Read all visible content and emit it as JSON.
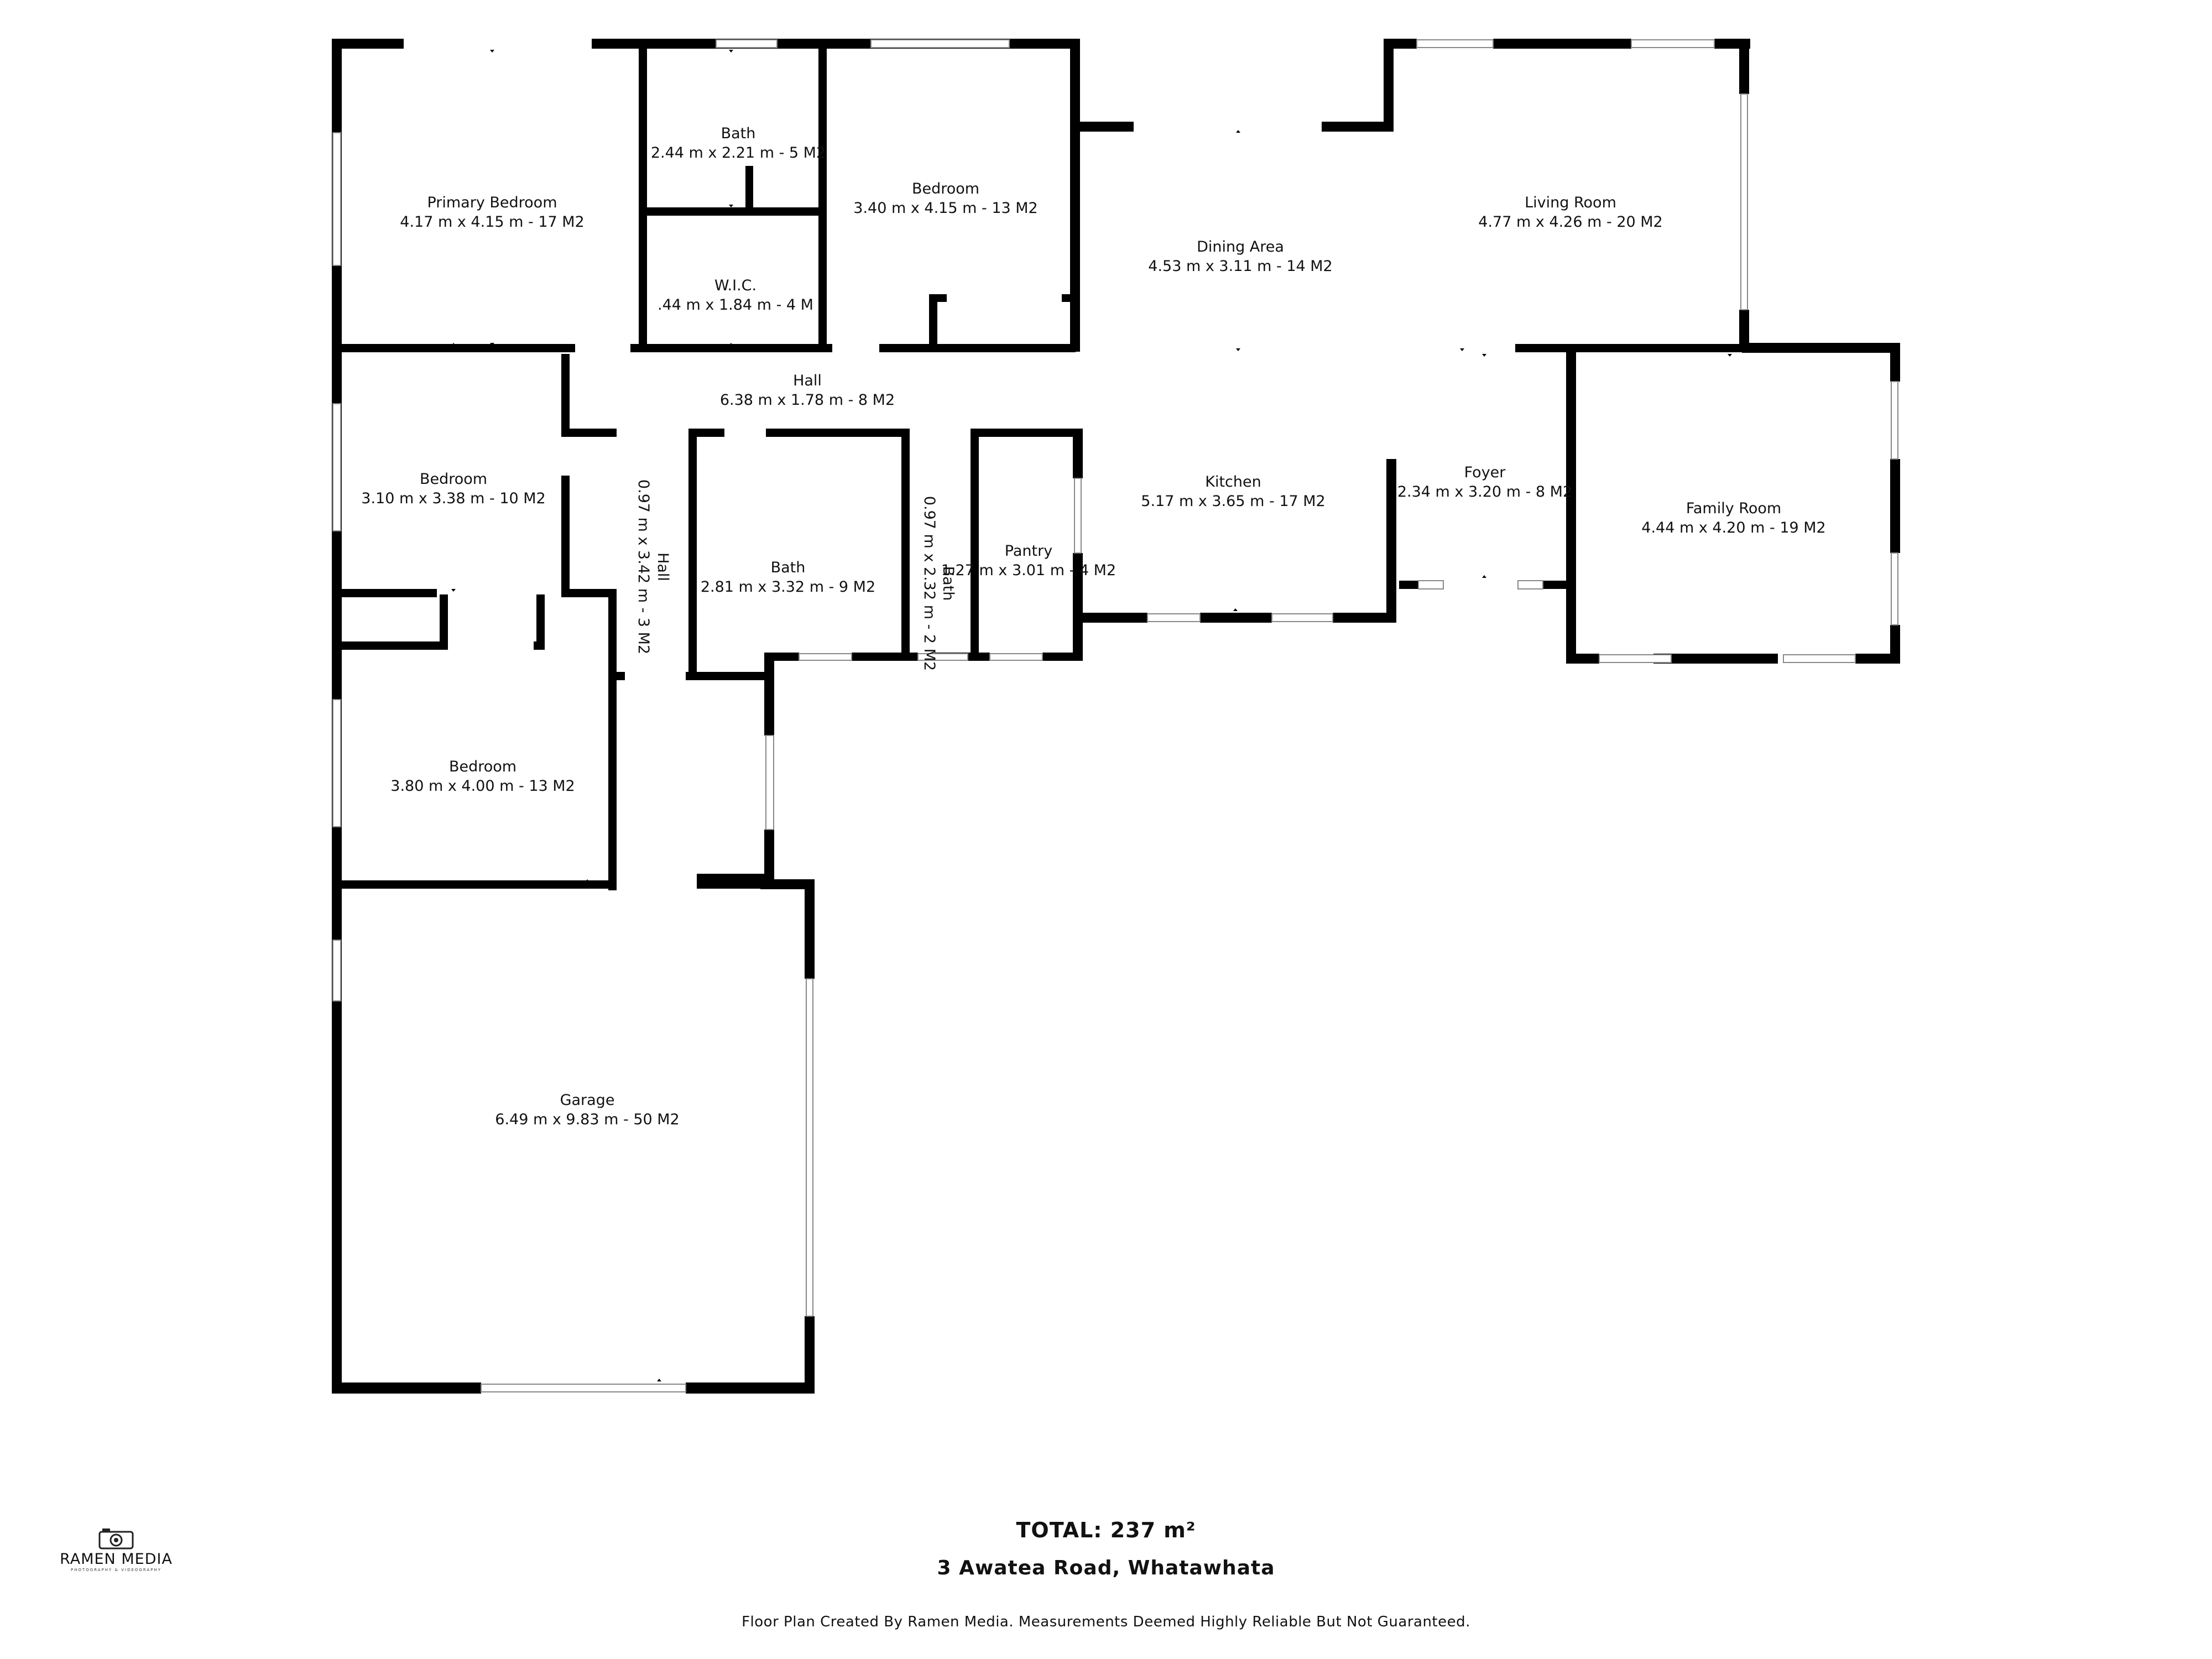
{
  "rooms": [
    {
      "id": "primary-bedroom",
      "name": "Primary Bedroom",
      "dims": "4.17 m x 4.15 m - 17 M2"
    },
    {
      "id": "bath-1",
      "name": "Bath",
      "dims": "2.44 m x 2.21 m - 5 M2"
    },
    {
      "id": "wic",
      "name": "W.I.C.",
      "dims": ".44 m x 1.84 m - 4 M"
    },
    {
      "id": "bedroom-1",
      "name": "Bedroom",
      "dims": "3.40 m x 4.15 m - 13 M2"
    },
    {
      "id": "dining-area",
      "name": "Dining Area",
      "dims": "4.53 m x 3.11 m - 14 M2"
    },
    {
      "id": "living-room",
      "name": "Living Room",
      "dims": "4.77 m x 4.26 m - 20 M2"
    },
    {
      "id": "hall-main",
      "name": "Hall",
      "dims": "6.38 m x 1.78 m - 8 M2"
    },
    {
      "id": "bedroom-2",
      "name": "Bedroom",
      "dims": "3.10 m x 3.38 m - 10 M2"
    },
    {
      "id": "hall-vertical",
      "name": "Hall",
      "dims": "0.97 m x 3.42 m - 3 M2"
    },
    {
      "id": "bath-2",
      "name": "Bath",
      "dims": "2.81 m x 3.32 m - 9 M2"
    },
    {
      "id": "bath-3",
      "name": "Bath",
      "dims": "0.97 m x 2.32 m - 2 M2"
    },
    {
      "id": "pantry",
      "name": "Pantry",
      "dims": "1.27 m x 3.01 m - 4 M2"
    },
    {
      "id": "kitchen",
      "name": "Kitchen",
      "dims": "5.17 m x 3.65 m - 17 M2"
    },
    {
      "id": "foyer",
      "name": "Foyer",
      "dims": "2.34 m x 3.20 m - 8 M2"
    },
    {
      "id": "family-room",
      "name": "Family Room",
      "dims": "4.44 m x 4.20 m - 19 M2"
    },
    {
      "id": "bedroom-3",
      "name": "Bedroom",
      "dims": "3.80 m x 4.00 m - 13 M2"
    },
    {
      "id": "garage",
      "name": "Garage",
      "dims": "6.49 m x 9.83 m - 50 M2"
    }
  ],
  "footer": {
    "total": "TOTAL: 237 m²",
    "address": "3 Awatea Road, Whatawhata",
    "note": "Floor Plan Created By Ramen Media. Measurements Deemed Highly Reliable But Not Guaranteed."
  },
  "logo": {
    "brand": "RAMEN MEDIA",
    "tagline": "PHOTOGRAPHY & VIDEOGRAPHY"
  }
}
